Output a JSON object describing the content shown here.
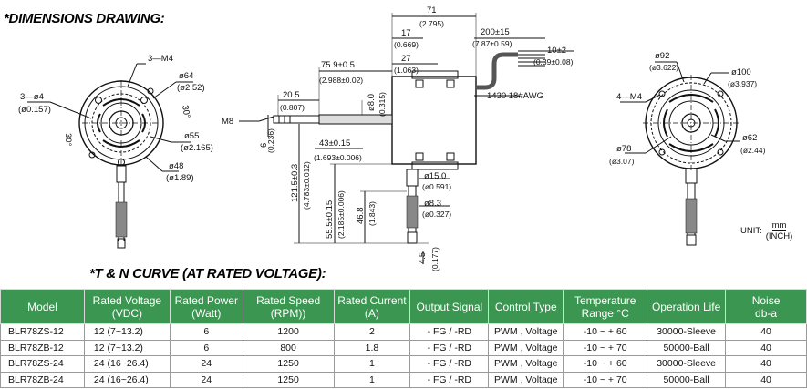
{
  "headings": {
    "dimensions": "*DIMENSIONS DRAWING:",
    "tn_curve": "*T & N CURVE (AT RATED VOLTAGE):"
  },
  "drawing": {
    "left_view": {
      "thread_top": "3—M4",
      "phi64": "ø64",
      "phi64_in": "(ø2.52)",
      "hole": "3—ø4",
      "hole_in": "(ø0.157)",
      "angle_right": "30°",
      "angle_left": "30°",
      "phi55": "ø55",
      "phi55_in": "(ø2.165)",
      "phi48": "ø48",
      "phi48_in": "(ø1.89)"
    },
    "side_view": {
      "d71": "71",
      "d71_in": "(2.795)",
      "d17": "17",
      "d17_in": "(0.669)",
      "d27": "27",
      "d27_in": "(1.063)",
      "d200": "200±15",
      "d200_in": "(7.87±0.59)",
      "d10": "10±2",
      "d10_in": "(0.39±0.08)",
      "d75": "75.9±0.5",
      "d75_in": "(2.988±0.02)",
      "d20": "20.5",
      "d20_in": "(0.807)",
      "phi8": "ø8.0",
      "phi8_in": "(0.315)",
      "wire": "1430  18#AWG",
      "m8": "M8",
      "d6": "6",
      "d6_in": "(0.236)",
      "d43": "43±0.15",
      "d43_in": "(1.693±0.006)",
      "phi15": "ø15.0",
      "phi15_in": "(ø0.591)",
      "phi83": "ø8.3",
      "phi83_in": "(ø0.327)",
      "d121": "121.5±0.3",
      "d121_in": "(4.783±0.012)",
      "d55": "55.5±0.15",
      "d55_in": "(2.185±0.006)",
      "d468": "46.8",
      "d468_in": "(1.843)",
      "d45": "4.5",
      "d45_in": "(0.177)"
    },
    "right_view": {
      "phi92": "ø92",
      "phi92_in": "(ø3.622)",
      "phi100": "ø100",
      "phi100_in": "(ø3.937)",
      "thread": "4—M4",
      "phi78": "ø78",
      "phi78_in": "(ø3.07)",
      "phi62": "ø62",
      "phi62_in": "(ø2.44)"
    },
    "unit_label": "UNIT:",
    "unit_mm": "mm",
    "unit_inch": "(INCH)"
  },
  "table": {
    "header_color": "#3a9650",
    "columns": [
      [
        "Model"
      ],
      [
        "Rated Voltage",
        "(VDC)"
      ],
      [
        "Rated Power",
        "(Watt)"
      ],
      [
        "Rated Speed",
        "(RPM))"
      ],
      [
        "Rated Current",
        "(A)"
      ],
      [
        "Output Signal"
      ],
      [
        "Control Type"
      ],
      [
        "Temperature",
        "Range °C"
      ],
      [
        "Operation Life"
      ],
      [
        "Noise",
        "db-a"
      ]
    ],
    "rows": [
      [
        "BLR78ZS-12",
        "12    (7~13.2)",
        "6",
        "1200",
        "2",
        "- FG / -RD",
        "PWM , Voltage",
        "-10 ~ + 60",
        "30000-Sleeve",
        "40"
      ],
      [
        "BLR78ZB-12",
        "12    (7~13.2)",
        "6",
        "800",
        "1.8",
        "- FG / -RD",
        "PWM , Voltage",
        "-10 ~ + 70",
        "50000-Ball",
        "40"
      ],
      [
        "BLR78ZS-24",
        "24  (16~26.4)",
        "24",
        "1250",
        "1",
        "- FG / -RD",
        "PWM , Voltage",
        "-10 ~ + 60",
        "30000-Sleeve",
        "40"
      ],
      [
        "BLR78ZB-24",
        "24  (16~26.4)",
        "24",
        "1250",
        "1",
        "- FG / -RD",
        "PWM , Voltage",
        "-10 ~ + 70",
        "50000-Ball",
        "40"
      ]
    ]
  }
}
